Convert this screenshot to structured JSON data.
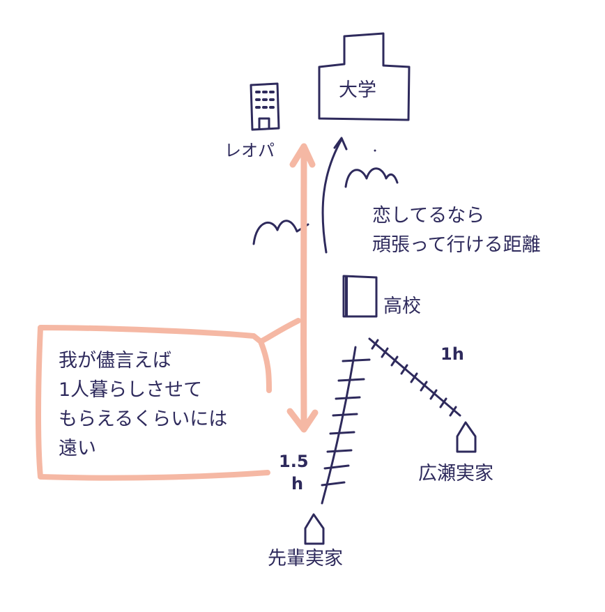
{
  "colors": {
    "ink": "#2e2a5c",
    "highlight": "#f5b8a4"
  },
  "labels": {
    "university": "大学",
    "leopalace": "レオパ",
    "love_note": [
      "恋してるなら",
      "頑張って行ける距離"
    ],
    "high_school": "高校",
    "speech": [
      "我が儘言えば",
      "1人暮らしさせて",
      "もらえるくらいには",
      "遠い"
    ],
    "hirose_home": "広瀬実家",
    "senpai_home": "先輩実家",
    "time_right": "1h",
    "time_left_num": "1.5",
    "time_left_unit": "h"
  },
  "icons": {
    "university": "university-building-icon",
    "apartment": "apartment-building-icon",
    "high_school": "high-school-building-icon",
    "hirose_house": "house-icon",
    "senpai_house": "house-icon"
  }
}
